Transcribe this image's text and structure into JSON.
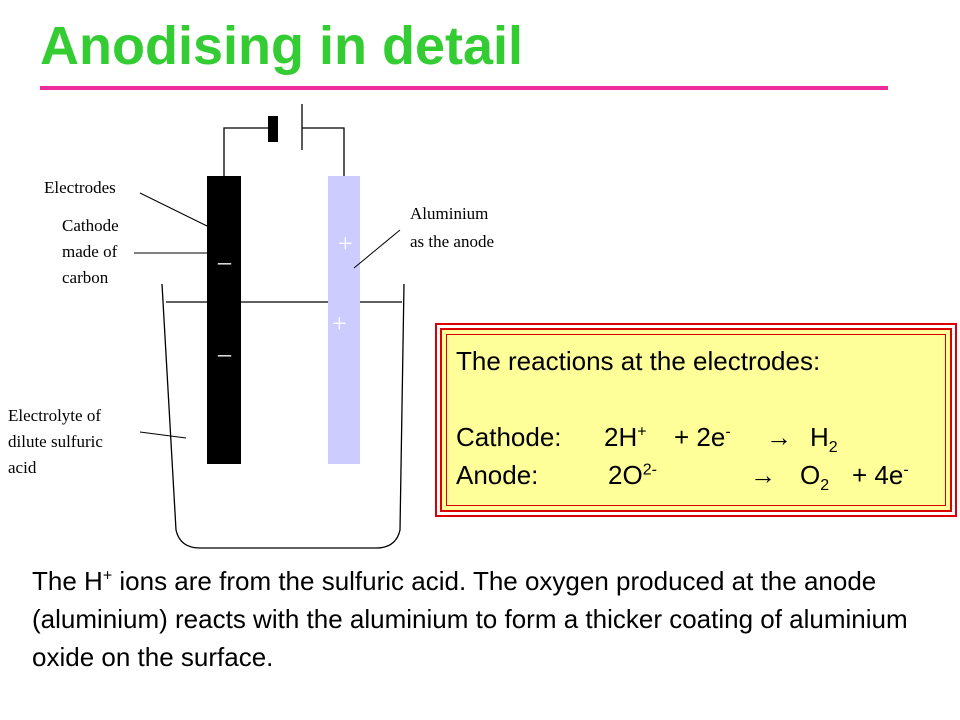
{
  "title": "Anodising in detail",
  "colors": {
    "title": "#33cc33",
    "rule": "#ee2c9c",
    "box_fill": "#ffff99",
    "box_border": "#dd0000",
    "anode": "#ccccff",
    "cathode": "#000000"
  },
  "labels": {
    "electrodes": "Electrodes",
    "cathode_line1": "Cathode",
    "cathode_line2": "made of",
    "cathode_line3": "carbon",
    "anode_line1": "Aluminium",
    "anode_line2": "as the anode",
    "electrolyte_line1": "Electrolyte of",
    "electrolyte_line2": "dilute sulfuric",
    "electrolyte_line3": "acid"
  },
  "signs": {
    "minus": "–",
    "plus": "+"
  },
  "reactions": {
    "heading": "The reactions at the electrodes:",
    "cathode": {
      "label": "Cathode:",
      "left_base": "2H",
      "left_sup": "+",
      "plus_e": "+ 2e",
      "e_sup": "-",
      "arrow": "→",
      "product": "H",
      "product_sub": "2"
    },
    "anode": {
      "label": "Anode:",
      "left_base": "2O",
      "left_sup": "2-",
      "arrow": "→",
      "product": "O",
      "product_sub": "2",
      "plus_e": "+  4e",
      "e_sup": "-"
    }
  },
  "bottom": {
    "p1_a": "The H",
    "p1_sup": "+",
    "p1_b": " ions are from the sulfuric acid.  The oxygen produced at the anode (aluminium) reacts with the aluminium to form a thicker coating of aluminium oxide on the surface."
  }
}
